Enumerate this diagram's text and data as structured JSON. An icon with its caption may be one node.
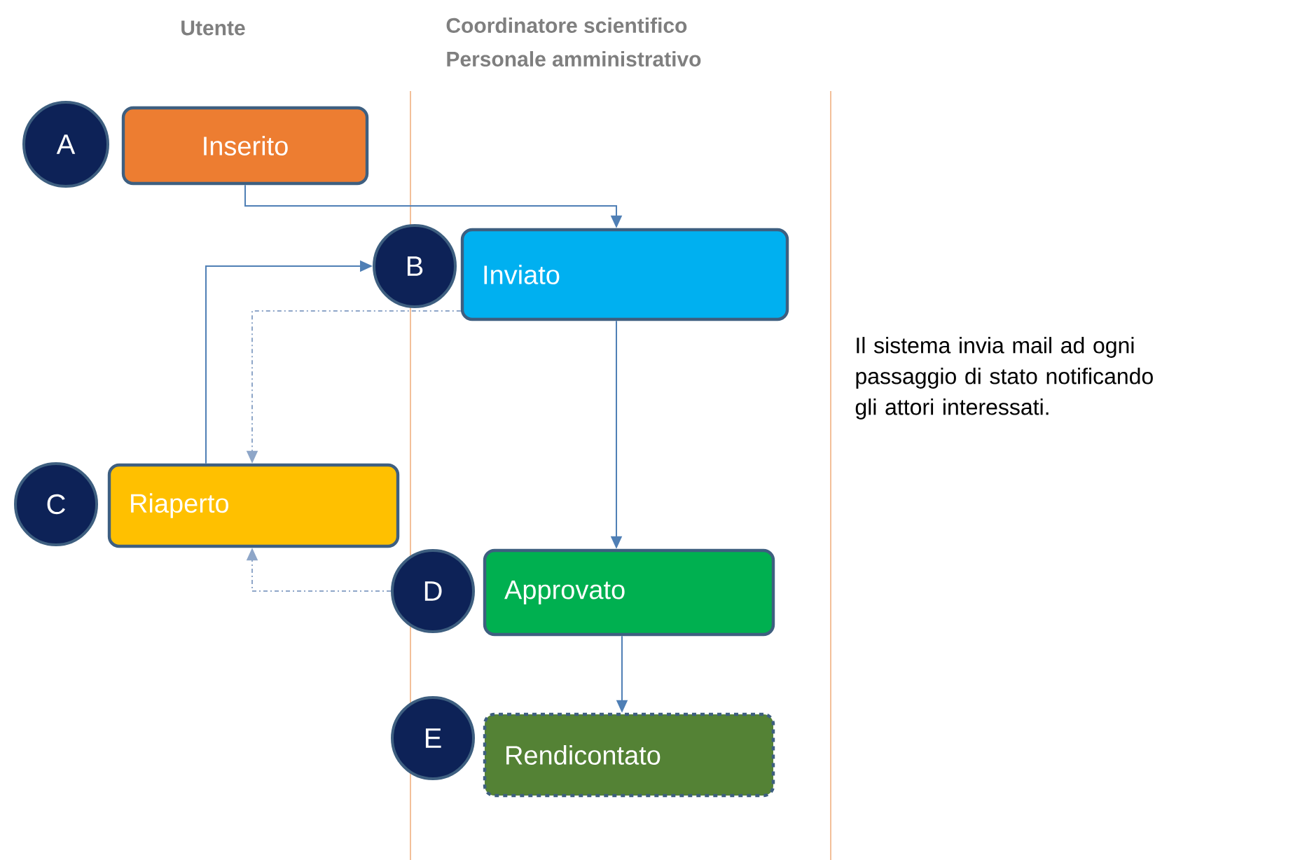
{
  "diagram": {
    "nodes": [
      {
        "text": [
          "A"
        ]
      },
      {
        "text": [
          "Inserito"
        ]
      },
      {
        "text": [
          "B"
        ]
      },
      {
        "text": [
          "Inviato"
        ]
      },
      {
        "text": [
          "C"
        ]
      },
      {
        "text": [
          "Riaperto"
        ]
      },
      {
        "text": [
          "D"
        ]
      },
      {
        "text": [
          "Approvato"
        ]
      },
      {
        "text": [
          "E"
        ]
      },
      {
        "text": [
          "Rendicontato"
        ]
      }
    ],
    "edges": [
      {
        "from": 1,
        "to": 3,
        "arrow": "to"
      },
      {
        "from": 5,
        "to": 2,
        "arrow": "to"
      },
      {
        "from": 3,
        "to": 5,
        "arrow": "to",
        "style": "dashed"
      },
      {
        "from": 3,
        "to": 7,
        "arrow": "to"
      },
      {
        "from": 6,
        "to": 5,
        "arrow": "to",
        "style": "dashed"
      },
      {
        "from": 7,
        "to": 9,
        "arrow": "to"
      }
    ],
    "labels": [
      "Utente",
      "Coordinatore scientifico",
      "Personale amministrativo",
      "Il sistema invia mail ad ogni passaggio di stato notificando gli attori interessati."
    ]
  }
}
